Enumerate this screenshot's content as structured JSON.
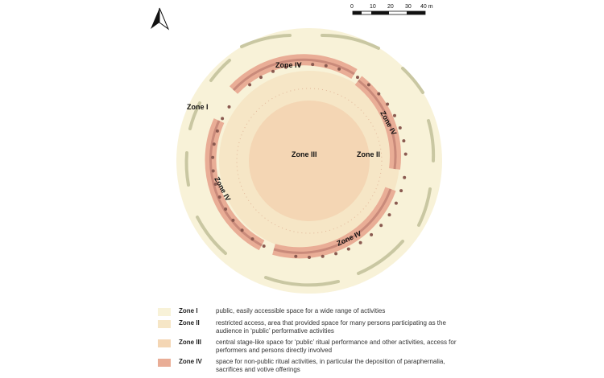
{
  "map": {
    "north_arrow_icon": "north-arrow-icon",
    "scale_bar": {
      "ticks": [
        "0",
        "10",
        "20",
        "30",
        "40 m"
      ]
    },
    "zone_labels": {
      "zone_i": "Zone I",
      "zone_ii": "Zone II",
      "zone_iii": "Zone III",
      "zone_iv_top": "Zone IV",
      "zone_iv_right": "Zone IV",
      "zone_iv_left": "Zone IV",
      "zone_iv_bottom": "Zone IV"
    },
    "colors": {
      "zone_i": "#f8f2d8",
      "zone_ii": "#f6e6c6",
      "zone_iii": "#f4d6b4",
      "zone_iv": "#e9ad96",
      "ditch": "#c9c7a2",
      "post": "#8a5a50"
    }
  },
  "legend": [
    {
      "name": "Zone I",
      "desc": "public, easily accessible space for a wide range of activities",
      "color": "#f8f2d8"
    },
    {
      "name": "Zone II",
      "desc": "restricted access, area that provided space for many persons participating as the audience in ‘public’ performative activities",
      "color": "#f6e6c6"
    },
    {
      "name": "Zone III",
      "desc": "central stage-like space for ‘public’ ritual performance and other activities, access for performers and persons directly involved",
      "color": "#f4d6b4"
    },
    {
      "name": "Zone IV",
      "desc": "space for non-public ritual activities, in particular the deposition of paraphernalia, sacrifices and votive offerings",
      "color": "#e9ad96"
    }
  ]
}
